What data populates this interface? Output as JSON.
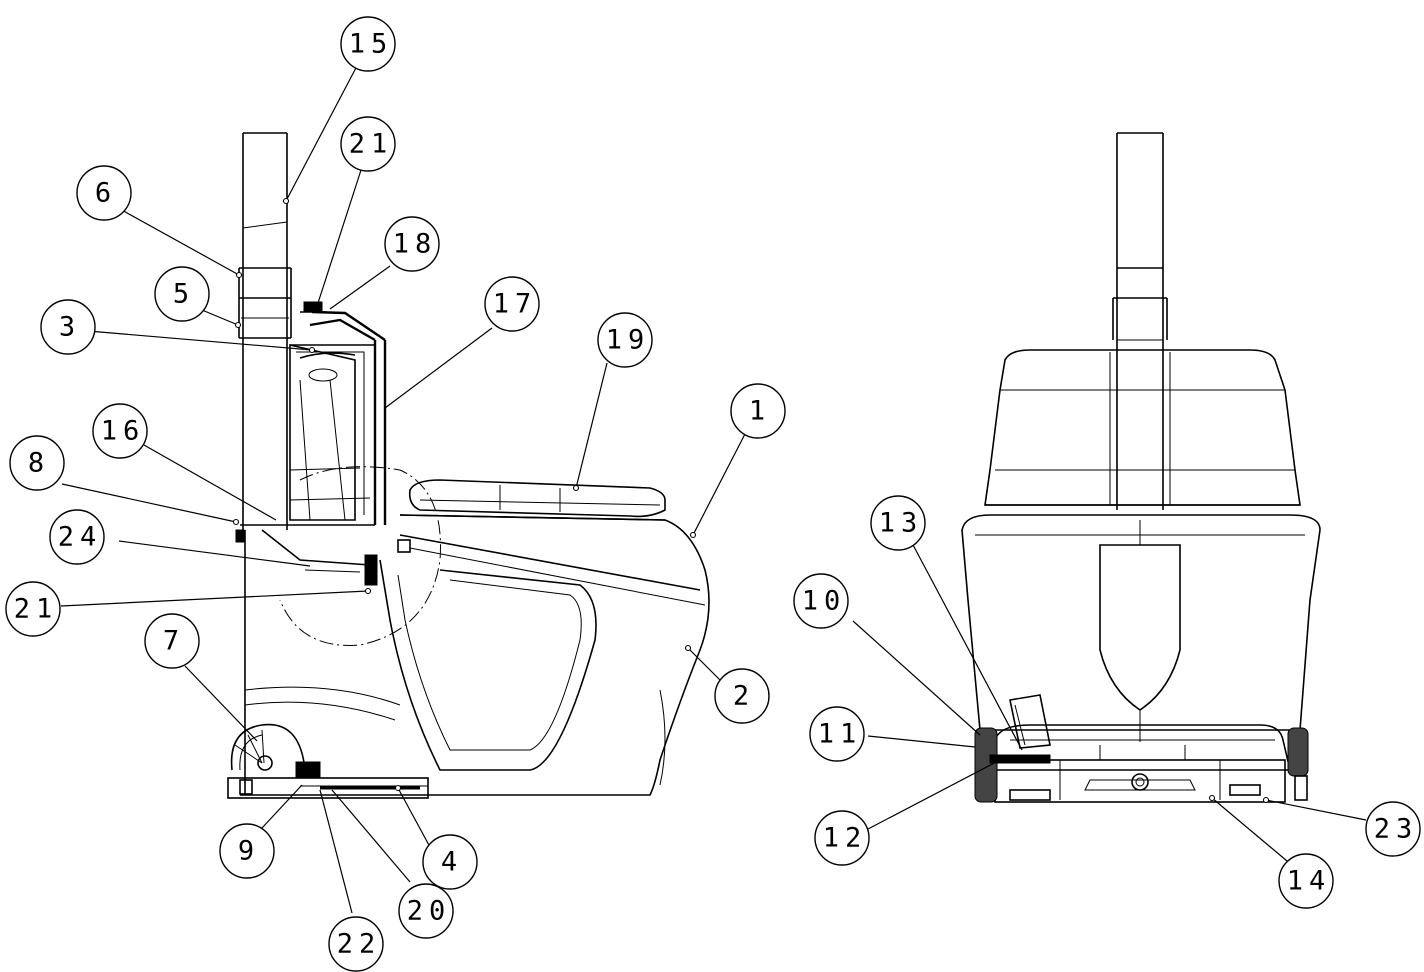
{
  "callouts": [
    {
      "id": "c15a",
      "label": "15"
    },
    {
      "id": "c21a",
      "label": "21"
    },
    {
      "id": "c18",
      "label": "18"
    },
    {
      "id": "c6",
      "label": "6"
    },
    {
      "id": "c5",
      "label": "5"
    },
    {
      "id": "c3",
      "label": "3"
    },
    {
      "id": "c17",
      "label": "17"
    },
    {
      "id": "c19",
      "label": "19"
    },
    {
      "id": "c1",
      "label": "1"
    },
    {
      "id": "c16",
      "label": "16"
    },
    {
      "id": "c8",
      "label": "8"
    },
    {
      "id": "c24",
      "label": "24"
    },
    {
      "id": "c21b",
      "label": "21"
    },
    {
      "id": "c7",
      "label": "7"
    },
    {
      "id": "c2",
      "label": "2"
    },
    {
      "id": "c9",
      "label": "9"
    },
    {
      "id": "c4",
      "label": "4"
    },
    {
      "id": "c22",
      "label": "22"
    },
    {
      "id": "c20",
      "label": "20"
    },
    {
      "id": "c13",
      "label": "13"
    },
    {
      "id": "c10",
      "label": "10"
    },
    {
      "id": "c11",
      "label": "11"
    },
    {
      "id": "c12",
      "label": "12"
    },
    {
      "id": "c14",
      "label": "14"
    },
    {
      "id": "c23",
      "label": "23"
    }
  ]
}
